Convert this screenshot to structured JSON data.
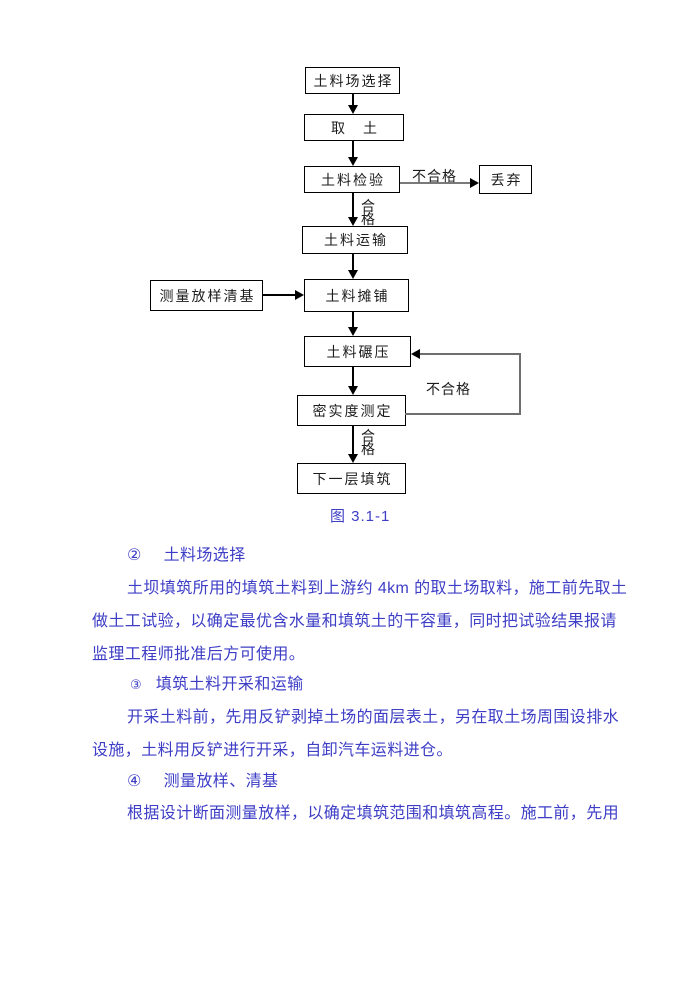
{
  "colors": {
    "page_background": "#ffffff",
    "body_text_blue": "#3d3dc6",
    "flowchart_text": "#1c1c1c",
    "flowchart_line": "#000000"
  },
  "flowchart": {
    "nodes": {
      "site": "土料场选择",
      "take": "取　土",
      "inspect": "土料检验",
      "discard": "丢弃",
      "transport": "土料运输",
      "survey": "测量放样清基",
      "spread": "土料摊铺",
      "roll": "土料碾压",
      "density": "密实度测定",
      "next_layer": "下一层填筑"
    },
    "edge_labels": {
      "inspect_fail": "不合格",
      "inspect_pass": "合格",
      "density_fail": "不合格",
      "density_pass": "合格"
    },
    "caption": "图 3.1-1"
  },
  "content": {
    "heading1": {
      "num": "②",
      "text": "土料场选择"
    },
    "para1": [
      "土坝填筑所用的填筑土料到上游约 4km 的取土场取料，施工前先取土",
      "做土工试验，以确定最优含水量和填筑土的干容重，同时把试验结果报请",
      "监理工程师批准后方可使用。"
    ],
    "heading2": {
      "num": "③",
      "text": "填筑土料开采和运输"
    },
    "para2": [
      "开采土料前，先用反铲剥掉土场的面层表土，另在取土场周围设排水",
      "设施，土料用反铲进行开采，自卸汽车运料进仓。"
    ],
    "heading3": {
      "num": "④",
      "text": "测量放样、清基"
    },
    "para3": [
      "根据设计断面测量放样，以确定填筑范围和填筑高程。施工前，先用"
    ]
  }
}
